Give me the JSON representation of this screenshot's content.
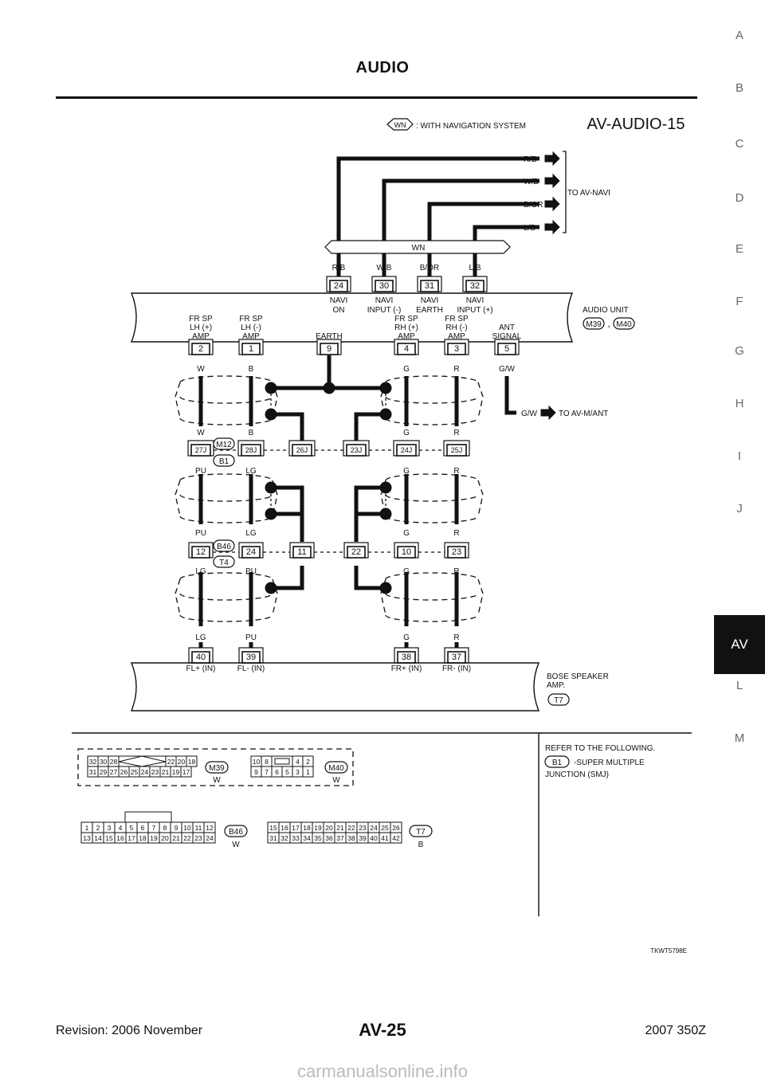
{
  "header": {
    "title": "AUDIO"
  },
  "side_tabs": [
    "A",
    "B",
    "C",
    "D",
    "E",
    "F",
    "G",
    "H",
    "I",
    "J",
    "AV",
    "L",
    "M"
  ],
  "active_tab": "AV",
  "footer": {
    "revision": "Revision: 2006 November",
    "page": "AV-25",
    "model": "2007 350Z"
  },
  "watermark": "carmanualsonline.info",
  "diagram": {
    "code": "AV-AUDIO-15",
    "legend_tag": "WN",
    "legend_text": ": WITH NAVIGATION SYSTEM",
    "navi_wires": [
      "R/B",
      "W/B",
      "B/OR",
      "L/B"
    ],
    "navi_dest": "TO AV-NAVI",
    "wn_bar": "WN",
    "audio_unit": {
      "name": "AUDIO UNIT",
      "conn1": "M39",
      "conn2": "M40",
      "sep": ",",
      "top_pins": [
        {
          "wire": "R/B",
          "pin": "24",
          "l1": "NAVI",
          "l2": "ON"
        },
        {
          "wire": "W/B",
          "pin": "30",
          "l1": "NAVI",
          "l2": "INPUT (-)"
        },
        {
          "wire": "B/OR",
          "pin": "31",
          "l1": "NAVI",
          "l2": "EARTH"
        },
        {
          "wire": "L/B",
          "pin": "32",
          "l1": "NAVI",
          "l2": "INPUT (+)"
        }
      ],
      "bottom_pins": [
        {
          "pin": "2",
          "l1": "FR SP",
          "l2": "LH (+)",
          "l3": "AMP",
          "wire": "W"
        },
        {
          "pin": "1",
          "l1": "FR SP",
          "l2": "LH (-)",
          "l3": "AMP",
          "wire": "B"
        },
        {
          "pin": "9",
          "l1": "",
          "l2": "",
          "l3": "EARTH",
          "wire": ""
        },
        {
          "pin": "4",
          "l1": "FR SP",
          "l2": "RH (+)",
          "l3": "AMP",
          "wire": "G"
        },
        {
          "pin": "3",
          "l1": "FR SP",
          "l2": "RH (-)",
          "l3": "AMP",
          "wire": "R"
        },
        {
          "pin": "5",
          "l1": "",
          "l2": "ANT",
          "l3": "SIGNAL",
          "wire": "G/W"
        }
      ]
    },
    "ant_dest_wire": "G/W",
    "ant_dest": "TO AV-M/ANT",
    "smj": {
      "conn_top": "M12",
      "conn_bot": "B1",
      "pins": [
        "27J",
        "28J",
        "26J",
        "23J",
        "24J",
        "25J"
      ],
      "wires_above": [
        "W",
        "B",
        "G",
        "R"
      ],
      "wires_below": [
        "PU",
        "LG",
        "G",
        "R"
      ]
    },
    "b46": {
      "conn_top": "B46",
      "conn_bot": "T4",
      "pins": [
        "12",
        "24",
        "11",
        "22",
        "10",
        "23"
      ],
      "wires_above": [
        "PU",
        "LG",
        "G",
        "R"
      ],
      "wires_below": [
        "LG",
        "PU",
        "G",
        "R"
      ]
    },
    "bose": {
      "name1": "BOSE SPEAKER",
      "name2": "AMP.",
      "conn": "T7",
      "pins": [
        {
          "wire": "LG",
          "pin": "40",
          "label": "FL+ (IN)"
        },
        {
          "wire": "PU",
          "pin": "39",
          "label": "FL- (IN)"
        },
        {
          "wire": "G",
          "pin": "38",
          "label": "FR+ (IN)"
        },
        {
          "wire": "R",
          "pin": "37",
          "label": "FR- (IN)"
        }
      ]
    },
    "connectors": {
      "m39": {
        "name": "M39",
        "color": "W",
        "row1": [
          "32",
          "30",
          "28",
          "22",
          "20",
          "18"
        ],
        "row2": [
          "31",
          "29",
          "27",
          "26",
          "25",
          "24",
          "23",
          "21",
          "19",
          "17"
        ]
      },
      "m40": {
        "name": "M40",
        "color": "W",
        "row1": [
          "10",
          "8",
          "4",
          "2"
        ],
        "row2": [
          "9",
          "7",
          "6",
          "5",
          "3",
          "1"
        ]
      },
      "b46": {
        "name": "B46",
        "color": "W",
        "row1": [
          "1",
          "2",
          "3",
          "4",
          "5",
          "6",
          "7",
          "8",
          "9",
          "10",
          "11",
          "12"
        ],
        "row2": [
          "13",
          "14",
          "15",
          "16",
          "17",
          "18",
          "19",
          "20",
          "21",
          "22",
          "23",
          "24"
        ]
      },
      "t7": {
        "name": "T7",
        "color": "B",
        "row1": [
          "15",
          "16",
          "17",
          "18",
          "19",
          "20",
          "21",
          "22",
          "23",
          "24",
          "25",
          "26"
        ],
        "row2": [
          "31",
          "32",
          "33",
          "34",
          "35",
          "36",
          "37",
          "38",
          "39",
          "40",
          "41",
          "42"
        ]
      }
    },
    "refer": {
      "line1": "REFER TO THE FOLLOWING.",
      "tag": "B1",
      "line2": "-SUPER MULTIPLE",
      "line3": "JUNCTION (SMJ)"
    },
    "figure_id": "TKWT5798E"
  }
}
